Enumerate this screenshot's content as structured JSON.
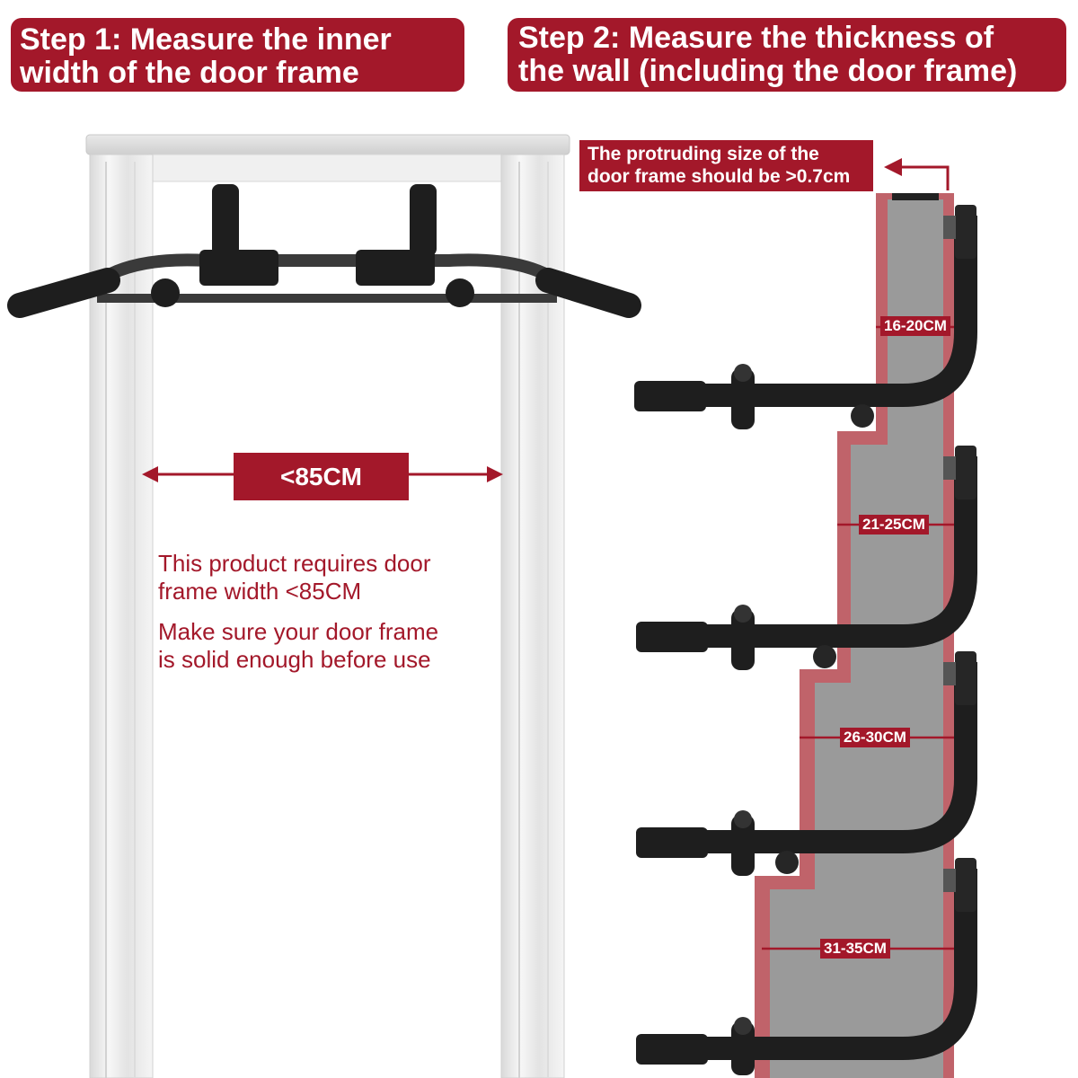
{
  "step1": {
    "title_line1": "Step 1: Measure the inner",
    "title_line2": "width of the door frame"
  },
  "step2": {
    "title_line1": "Step 2: Measure the thickness of",
    "title_line2": "the wall (including the door frame)"
  },
  "protrusion": {
    "line1": "The protruding size of the",
    "line2": "door frame should be >0.7cm"
  },
  "door_width": {
    "label": "<85CM"
  },
  "notes": {
    "requirement_line1": "This product requires door",
    "requirement_line2": "frame width <85CM",
    "safety_line1": "Make sure your door frame",
    "safety_line2": "is solid enough before use"
  },
  "wall_thickness": [
    {
      "label": "16-20CM"
    },
    {
      "label": "21-25CM"
    },
    {
      "label": "26-30CM"
    },
    {
      "label": "31-35CM"
    }
  ],
  "colors": {
    "accent": "#a3182a",
    "wall_edge": "#c0636a",
    "wall_fill": "#9a9a9a",
    "bar": "#1e1e1e"
  }
}
